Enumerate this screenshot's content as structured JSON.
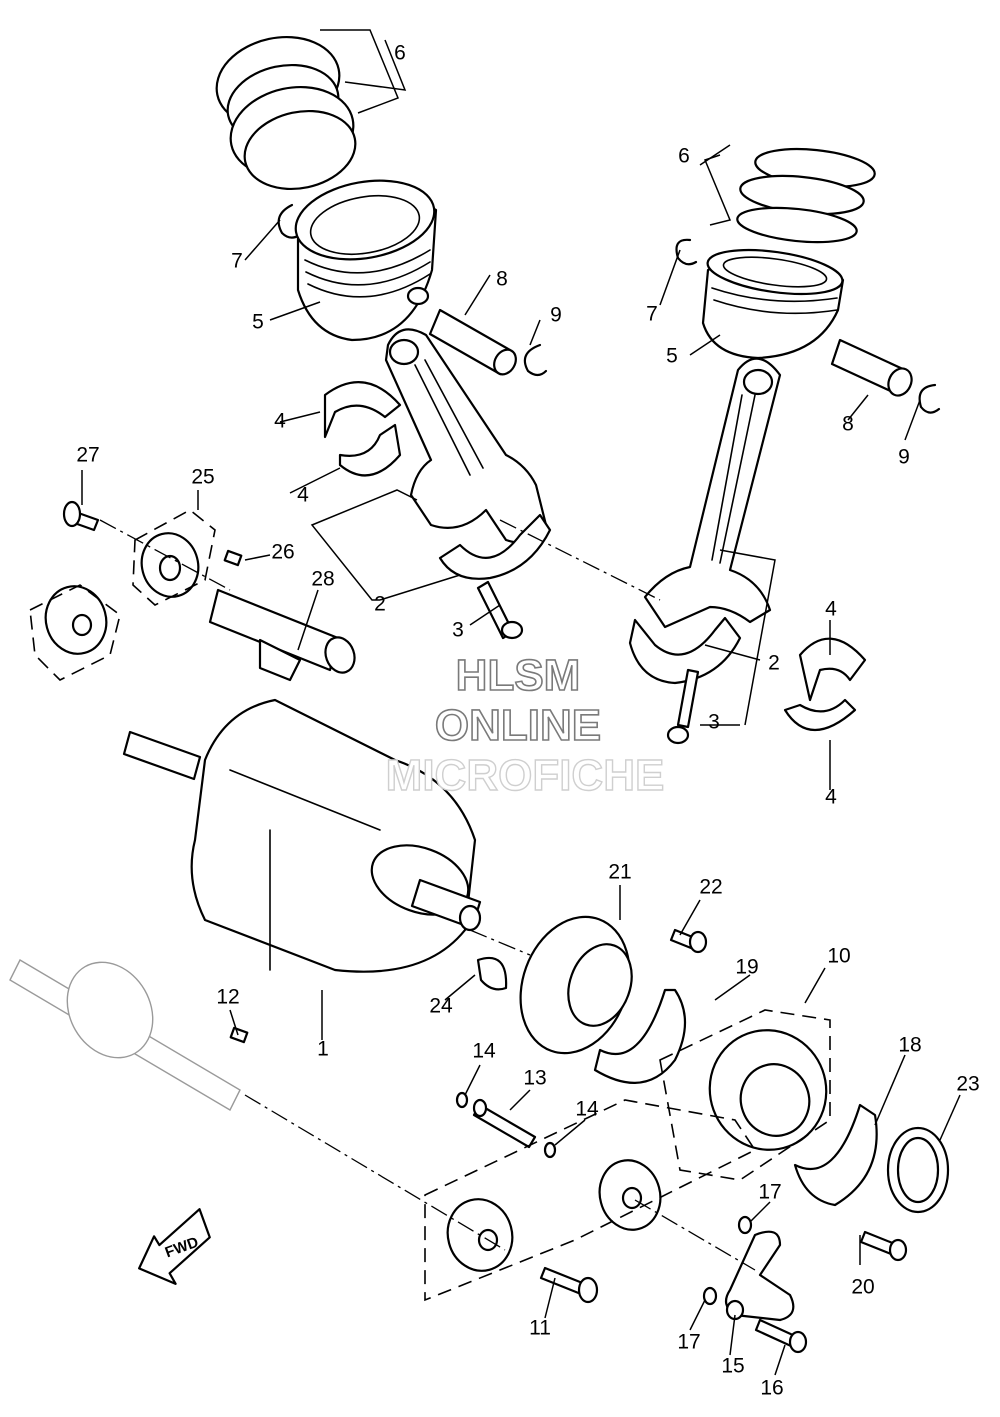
{
  "watermark": {
    "line1": "HLSM",
    "line2": "ONLINE",
    "line3": "MICROFICHE"
  },
  "direction_marker": "FWD",
  "callouts": [
    {
      "id": "c6a",
      "label": "6"
    },
    {
      "id": "c6b",
      "label": "6"
    },
    {
      "id": "c7a",
      "label": "7"
    },
    {
      "id": "c7b",
      "label": "7"
    },
    {
      "id": "c5a",
      "label": "5"
    },
    {
      "id": "c5b",
      "label": "5"
    },
    {
      "id": "c8a",
      "label": "8"
    },
    {
      "id": "c8b",
      "label": "8"
    },
    {
      "id": "c9a",
      "label": "9"
    },
    {
      "id": "c9b",
      "label": "9"
    },
    {
      "id": "c4a",
      "label": "4"
    },
    {
      "id": "c4b",
      "label": "4"
    },
    {
      "id": "c4c",
      "label": "4"
    },
    {
      "id": "c4d",
      "label": "4"
    },
    {
      "id": "c27",
      "label": "27"
    },
    {
      "id": "c25",
      "label": "25"
    },
    {
      "id": "c26",
      "label": "26"
    },
    {
      "id": "c28",
      "label": "28"
    },
    {
      "id": "c2a",
      "label": "2"
    },
    {
      "id": "c2b",
      "label": "2"
    },
    {
      "id": "c3a",
      "label": "3"
    },
    {
      "id": "c3b",
      "label": "3"
    },
    {
      "id": "c21",
      "label": "21"
    },
    {
      "id": "c22",
      "label": "22"
    },
    {
      "id": "c19",
      "label": "19"
    },
    {
      "id": "c10",
      "label": "10"
    },
    {
      "id": "c24",
      "label": "24"
    },
    {
      "id": "c1",
      "label": "1"
    },
    {
      "id": "c12",
      "label": "12"
    },
    {
      "id": "c14a",
      "label": "14"
    },
    {
      "id": "c14b",
      "label": "14"
    },
    {
      "id": "c13",
      "label": "13"
    },
    {
      "id": "c18",
      "label": "18"
    },
    {
      "id": "c23",
      "label": "23"
    },
    {
      "id": "c17a",
      "label": "17"
    },
    {
      "id": "c17b",
      "label": "17"
    },
    {
      "id": "c20",
      "label": "20"
    },
    {
      "id": "c11",
      "label": "11"
    },
    {
      "id": "c15",
      "label": "15"
    },
    {
      "id": "c16",
      "label": "16"
    }
  ]
}
